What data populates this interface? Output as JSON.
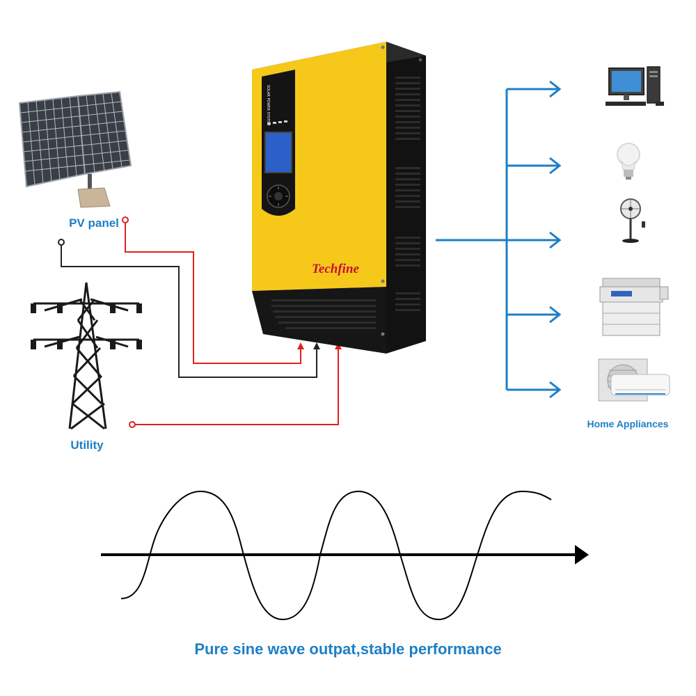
{
  "labels": {
    "pv_panel": "PV panel",
    "utility": "Utility",
    "home_appliances": "Home Appliances",
    "caption": "Pure sine wave outpat,stable performance"
  },
  "inverter": {
    "brand": "Techfine",
    "panel_title": "SOLAR POWER SYSTEM"
  },
  "appliances": [
    {
      "icon": "computer-icon"
    },
    {
      "icon": "light-bulb-icon"
    },
    {
      "icon": "fan-icon"
    },
    {
      "icon": "copier-icon"
    },
    {
      "icon": "air-conditioner-icon"
    }
  ],
  "colors": {
    "output_arrows": "#1d7fc6",
    "labels": "#1d7fc6",
    "wire_red": "#e0201c",
    "wire_black": "#222222",
    "inverter_yellow": "#f6c81a",
    "inverter_black": "#1a1a1a"
  }
}
